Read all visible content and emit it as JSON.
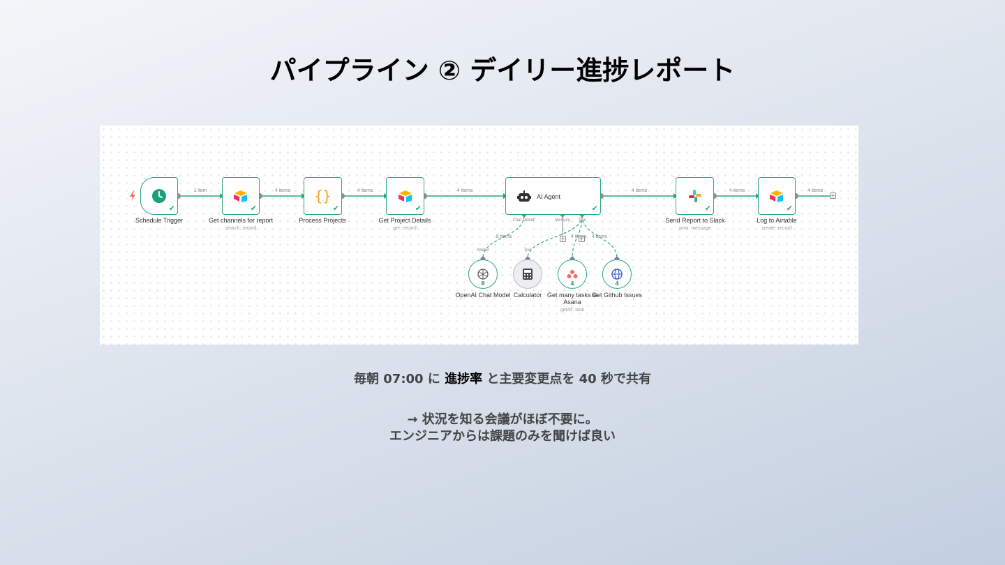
{
  "title": "パイプライン ② デイリー進捗レポート",
  "workflow": {
    "nodes": [
      {
        "name": "Schedule Trigger",
        "sub": ""
      },
      {
        "name": "Get channels for report",
        "sub": "search: record"
      },
      {
        "name": "Process Projects",
        "sub": ""
      },
      {
        "name": "Get Project Details",
        "sub": "get: record"
      },
      {
        "name": "AI Agent",
        "sub": ""
      },
      {
        "name": "Send Report to Slack",
        "sub": "post: message"
      },
      {
        "name": "Log to Airtable",
        "sub": "create: record"
      }
    ],
    "edges": [
      "1 item",
      "4 items",
      "4 items",
      "4 items",
      "4 items",
      "4 items",
      "4 items"
    ],
    "agent_ports": [
      "Chat Model*",
      "Memory",
      "Tool"
    ],
    "sub_edges": [
      "8 items",
      "4 items",
      "4 items"
    ],
    "sub_port_labels": [
      "Model",
      "Tool"
    ],
    "sub_nodes": [
      {
        "name": "OpenAI Chat Model",
        "count": "8",
        "sub": ""
      },
      {
        "name": "Calculator",
        "count": "",
        "sub": ""
      },
      {
        "name": "Get many tasks in Asana",
        "count": "4",
        "sub": "getAll: task"
      },
      {
        "name": "Get Github Issues",
        "count": "4",
        "sub": ""
      }
    ],
    "icons": {
      "trigger": "clock-icon",
      "airtable": "airtable-icon",
      "code": "braces-icon",
      "agent": "robot-icon",
      "slack": "slack-icon",
      "openai": "openai-icon",
      "calculator": "calculator-icon",
      "asana": "asana-icon",
      "github": "globe-icon",
      "trigger_bolt": "lightning-icon"
    },
    "colors": {
      "success": "#2aa77a",
      "accent_trigger": "#f06a5b"
    }
  },
  "caption": {
    "line1_part1": "毎朝 07:00 に ",
    "line1_highlight": "進捗率",
    "line1_part2": " と主要変更点を 40 秒で共有",
    "line2": "→ 状況を知る会議がほぼ不要に。",
    "line3": "エンジニアからは課題のみを聞けば良い"
  }
}
